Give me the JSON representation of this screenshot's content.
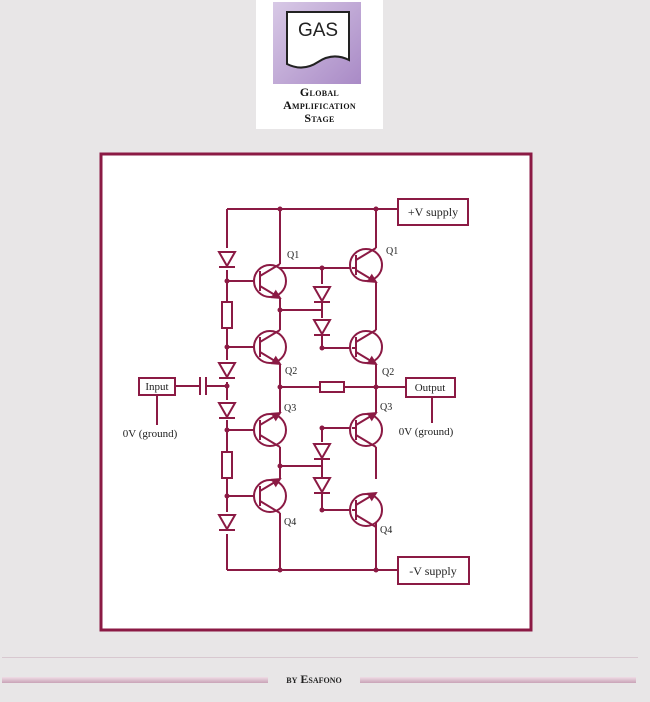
{
  "logo": {
    "badge_text": "GAS",
    "lines": [
      "Global",
      "Amplification",
      "Stage"
    ]
  },
  "diagram": {
    "labels": {
      "plus_supply": "+V supply",
      "minus_supply": "-V supply",
      "input": "Input",
      "output": "Output",
      "ground_left": "0V (ground)",
      "ground_right": "0V (ground)",
      "q1_left": "Q1",
      "q2_left": "Q2",
      "q3_left": "Q3",
      "q4_left": "Q4",
      "q1_right": "Q1",
      "q2_right": "Q2",
      "q3_right": "Q3",
      "q4_right": "Q4"
    },
    "wire_color": "#8b1a44"
  },
  "footer": {
    "credit": "by Esafono"
  }
}
